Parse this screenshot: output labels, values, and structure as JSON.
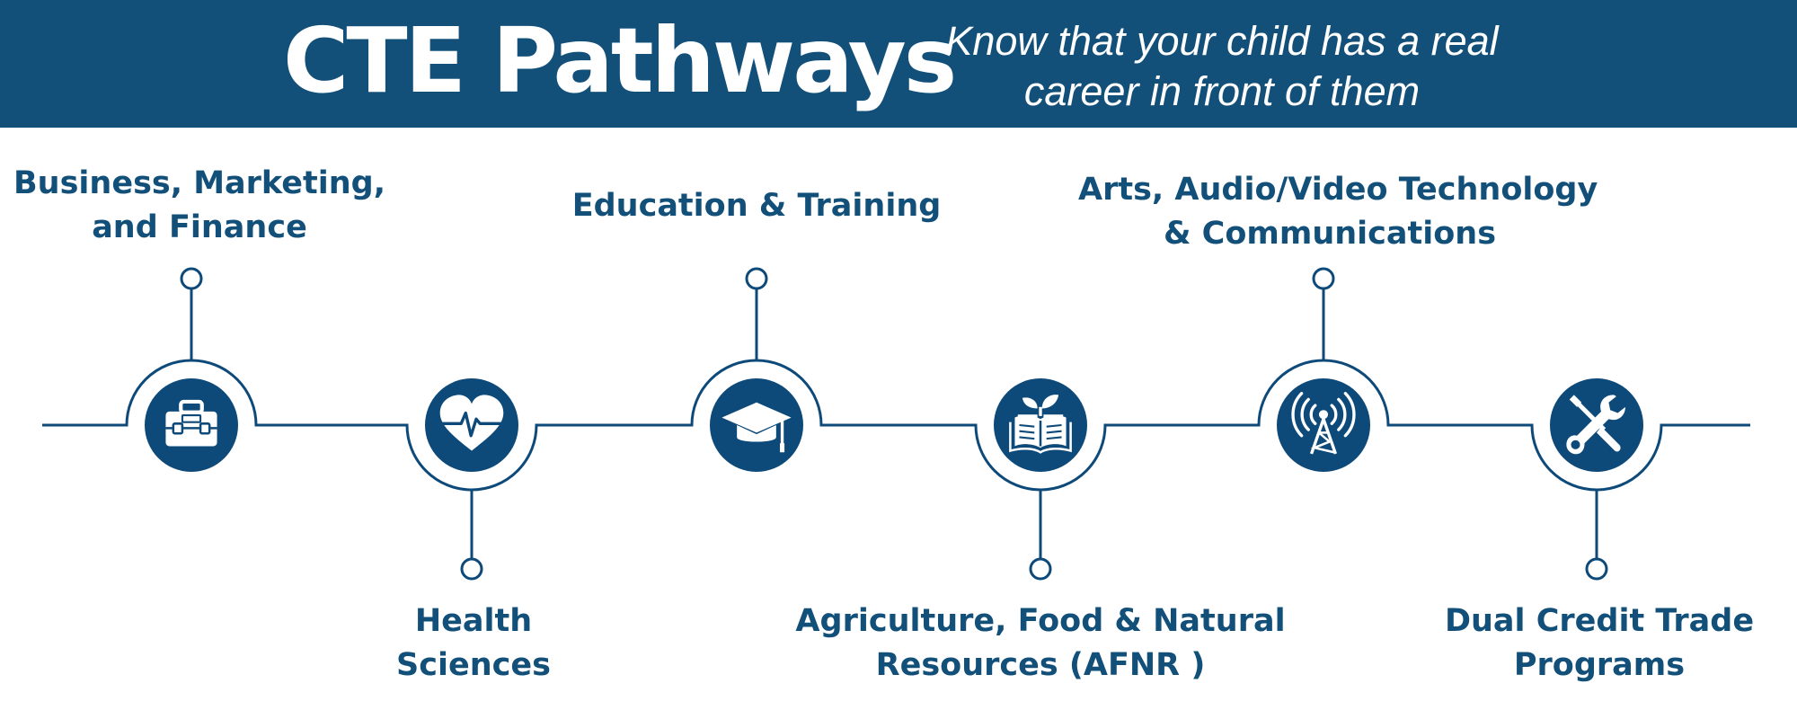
{
  "header": {
    "title": "CTE Pathways",
    "tagline_line1": "Know that your child has a real",
    "tagline_line2": "career in front of them"
  },
  "colors": {
    "banner": "#12507a",
    "accent": "#0d4a7a",
    "background": "#ffffff"
  },
  "pathways": [
    {
      "label_lines": [
        "Business, Marketing,",
        "and Finance"
      ],
      "icon": "briefcase-icon",
      "label_position": "top"
    },
    {
      "label_lines": [
        "Health",
        "Sciences"
      ],
      "icon": "heart-pulse-icon",
      "label_position": "bottom"
    },
    {
      "label_lines": [
        "Education & Training"
      ],
      "icon": "graduation-cap-icon",
      "label_position": "top"
    },
    {
      "label_lines": [
        "Agriculture, Food & Natural",
        "Resources (AFNR )"
      ],
      "icon": "plant-book-icon",
      "label_position": "bottom"
    },
    {
      "label_lines": [
        "Arts, Audio/Video Technology",
        "& Communications"
      ],
      "icon": "radio-tower-icon",
      "label_position": "top"
    },
    {
      "label_lines": [
        "Dual Credit Trade",
        "Programs"
      ],
      "icon": "wrench-screwdriver-icon",
      "label_position": "bottom"
    }
  ]
}
